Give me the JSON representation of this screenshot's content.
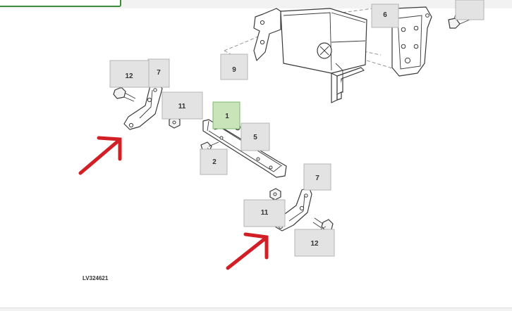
{
  "figure_id": "LV324621",
  "callouts": [
    {
      "id": "c1",
      "label": "1",
      "highlighted": true
    },
    {
      "id": "c2",
      "label": "2"
    },
    {
      "id": "c5",
      "label": "5"
    },
    {
      "id": "c6",
      "label": "6"
    },
    {
      "id": "c7a",
      "label": "7"
    },
    {
      "id": "c7b",
      "label": "7"
    },
    {
      "id": "c9",
      "label": "9"
    },
    {
      "id": "c11a",
      "label": "11"
    },
    {
      "id": "c11b",
      "label": "11"
    },
    {
      "id": "c12a",
      "label": "12"
    },
    {
      "id": "c12b",
      "label": "12"
    }
  ],
  "colors": {
    "callout_fill": "#e3e3e3",
    "callout_highlight": "#c9e4b9",
    "arrow": "#d21f26",
    "tab_border": "#3c8a3c"
  }
}
